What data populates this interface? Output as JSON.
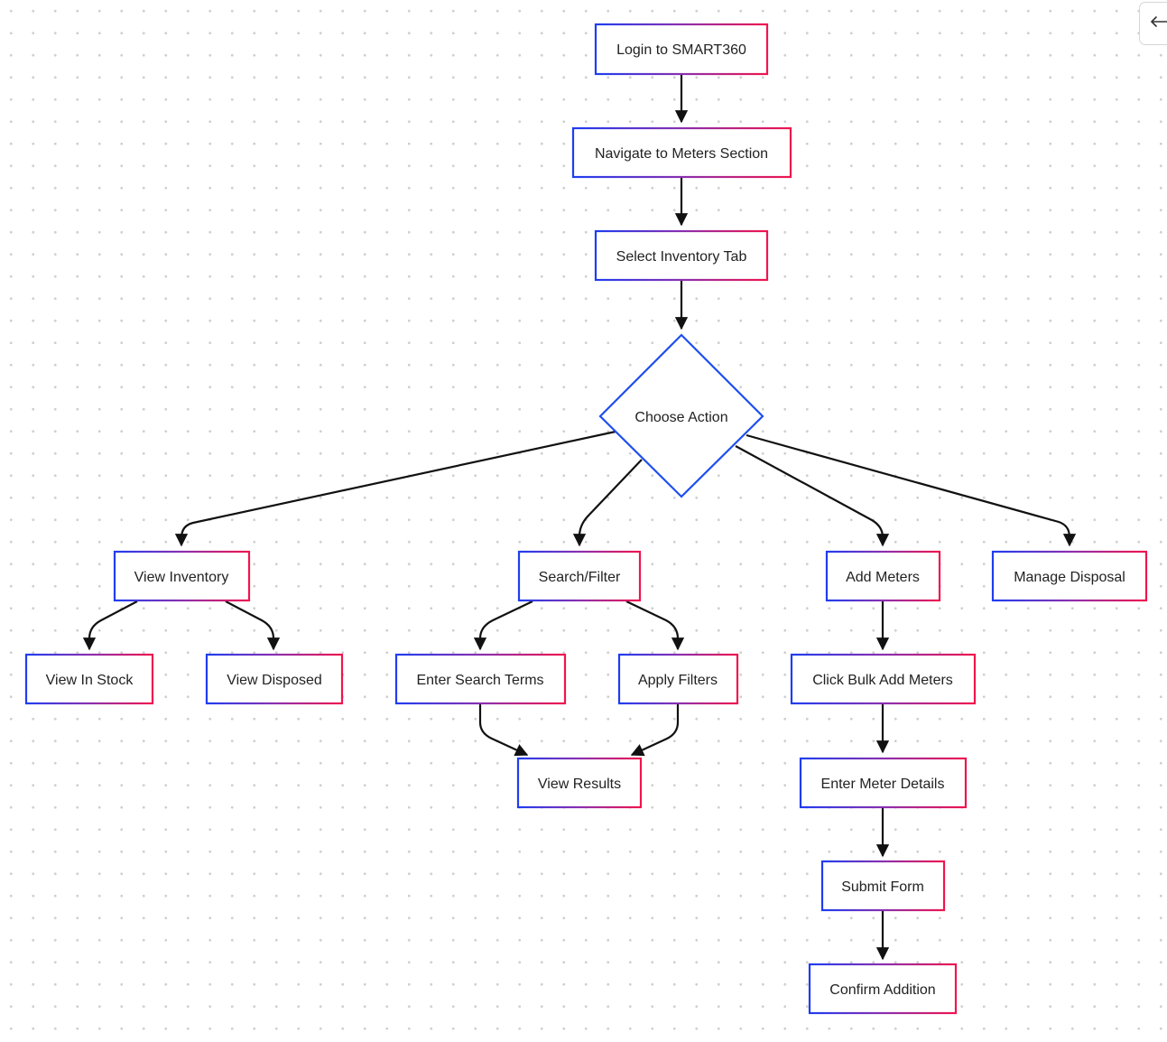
{
  "nodes": {
    "login": "Login to SMART360",
    "navigate": "Navigate to Meters Section",
    "select_tab": "Select Inventory Tab",
    "choose_action": "Choose Action",
    "view_inventory": "View Inventory",
    "search_filter": "Search/Filter",
    "add_meters": "Add Meters",
    "manage_disposal": "Manage Disposal",
    "view_in_stock": "View In Stock",
    "view_disposed": "View Disposed",
    "enter_search_terms": "Enter Search Terms",
    "apply_filters": "Apply Filters",
    "view_results": "View Results",
    "click_bulk_add": "Click Bulk Add Meters",
    "enter_meter_details": "Enter Meter Details",
    "submit_form": "Submit Form",
    "confirm_addition": "Confirm Addition"
  },
  "edges": [
    [
      "login",
      "navigate"
    ],
    [
      "navigate",
      "select_tab"
    ],
    [
      "select_tab",
      "choose_action"
    ],
    [
      "choose_action",
      "view_inventory"
    ],
    [
      "choose_action",
      "search_filter"
    ],
    [
      "choose_action",
      "add_meters"
    ],
    [
      "choose_action",
      "manage_disposal"
    ],
    [
      "view_inventory",
      "view_in_stock"
    ],
    [
      "view_inventory",
      "view_disposed"
    ],
    [
      "search_filter",
      "enter_search_terms"
    ],
    [
      "search_filter",
      "apply_filters"
    ],
    [
      "enter_search_terms",
      "view_results"
    ],
    [
      "apply_filters",
      "view_results"
    ],
    [
      "add_meters",
      "click_bulk_add"
    ],
    [
      "click_bulk_add",
      "enter_meter_details"
    ],
    [
      "enter_meter_details",
      "submit_form"
    ],
    [
      "submit_form",
      "confirm_addition"
    ]
  ],
  "colors": {
    "border_start": "#1f3df0",
    "border_end": "#f0154e",
    "diamond_border": "#1f4ff0",
    "edge": "#111111",
    "text": "#222222"
  },
  "icons": {
    "corner_button": "back-arrow-icon"
  }
}
